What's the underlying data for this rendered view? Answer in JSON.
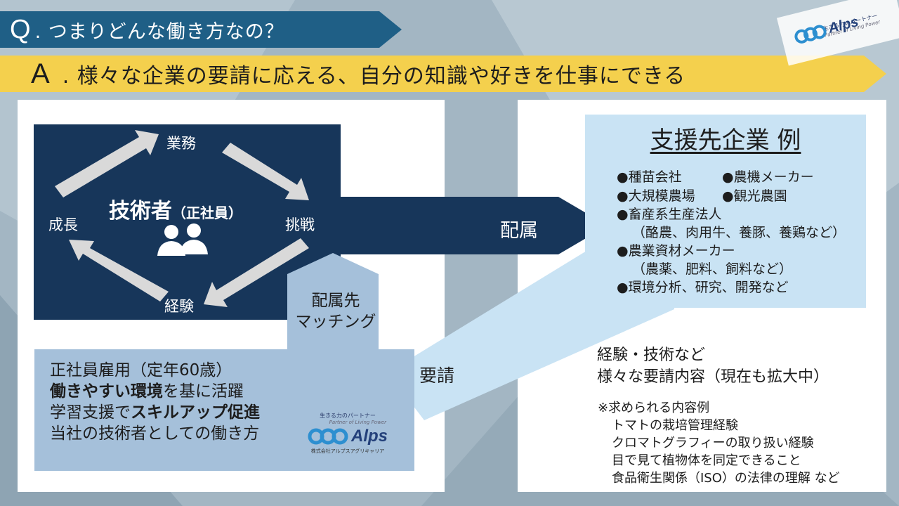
{
  "header": {
    "q_letter": "Q",
    "q_text": ". つまりどんな働き方なの？",
    "a_letter": "A",
    "a_text": ". 様々な企業の要請に応える、自分の知識や好きを仕事にできる"
  },
  "logo": {
    "tagline": "生きる力のパートナー",
    "tagline_en": "Partner of Living Power",
    "wordmark": "Alps",
    "company": "株式会社アルプスアグリキャリア"
  },
  "cycle": {
    "work": "業務",
    "challenge": "挑戦",
    "experience": "経験",
    "growth": "成長",
    "engineer": "技術者",
    "engineer_sub": "（正社員）"
  },
  "assignment_label": "配属",
  "matching": {
    "title_line1": "配属先",
    "title_line2": "マッチング",
    "line1": "正社員雇用（定年60歳）",
    "line2_bold": "働きやすい環境",
    "line2_rest": "を基に活躍",
    "line3_a": "学習支援で",
    "line3_bold": "スキルアップ促進",
    "line4": "当社の技術者としての働き方"
  },
  "request_label": "要請",
  "companies": {
    "title": "支援先企業 例",
    "items": [
      "●種苗会社",
      "●農機メーカー",
      "●大規模農場",
      "●観光農園",
      "●畜産系生産法人",
      "（酪農、肉用牛、養豚、養鶏など）",
      "●農業資材メーカー",
      "（農薬、肥料、飼料など）",
      "●環境分析、研究、開発など"
    ]
  },
  "requests": {
    "line1": "経験・技術など",
    "line2": "様々な要請内容（現在も拡大中）",
    "note": "※求められる内容例",
    "examples": [
      "トマトの栽培管理経験",
      "クロマトグラフィーの取り扱い経験",
      "目で見て植物体を同定できること",
      "食品衛生関係（ISO）の法律の理解 など"
    ]
  },
  "colors": {
    "navy": "#17365a",
    "banner_blue": "#1f5f86",
    "banner_yellow": "#f4d04d",
    "light_blue": "#c9e3f4",
    "match_blue": "#a5c0da"
  }
}
